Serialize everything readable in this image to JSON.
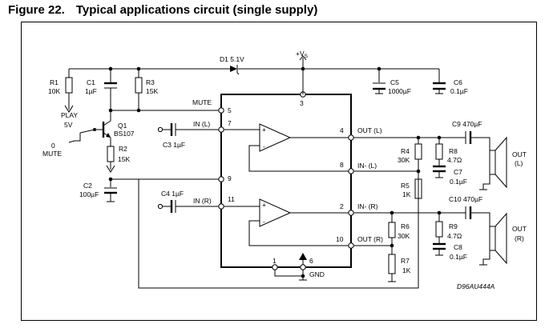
{
  "figure": {
    "number": "Figure 22.",
    "title": "Typical applications circuit (single supply)"
  },
  "labels": {
    "vs": "+V",
    "vs_sub": "S",
    "d1": "D1 5.1V",
    "r1_name": "R1",
    "r1_value": "10K",
    "c1_name": "C1",
    "c1_value": "1µF",
    "r3_name": "R3",
    "r3_value": "15K",
    "c5_name": "C5",
    "c5_value": "1000µF",
    "c6_name": "C6",
    "c6_value": "0.1µF",
    "mute_pin": "MUTE",
    "play": "PLAY",
    "play_v": "5V",
    "zero": "0",
    "mute_sw": "MUTE",
    "q1_name": "Q1",
    "q1_value": "BS107",
    "r2_name": "R2",
    "r2_value": "15K",
    "c2_name": "C2",
    "c2_value": "100µF",
    "in_l": "IN (L)",
    "c3": "C3 1µF",
    "c4": "C4 1µF",
    "in_r": "IN (R)",
    "out_l": "OUT (L)",
    "in_minus_l": "IN- (L)",
    "in_minus_r": "IN- (R)",
    "out_r_pin": "OUT (R)",
    "r4_name": "R4",
    "r4_value": "30K",
    "r5_name": "R5",
    "r5_value": "1K",
    "r6_name": "R6",
    "r6_value": "30K",
    "r7_name": "R7",
    "r7_value": "1K",
    "r8_name": "R8",
    "r8_value": "4.7Ω",
    "c7_name": "C7",
    "c7_value": "0.1µF",
    "r9_name": "R9",
    "r9_value": "4.7Ω",
    "c8_name": "C8",
    "c8_value": "0.1µF",
    "c9": "C9 470µF",
    "c10": "C10 470µF",
    "spk_l": "OUT",
    "spk_l_ch": "(L)",
    "spk_r": "OUT",
    "spk_r_ch": "(R)",
    "gnd": "GND",
    "code": "D96AU444A"
  },
  "pins": {
    "p1": "1",
    "p2": "2",
    "p3": "3",
    "p4": "4",
    "p5": "5",
    "p6": "6",
    "p7": "7",
    "p8": "8",
    "p9": "9",
    "p10": "10",
    "p11": "11"
  },
  "opamp_signs": {
    "plus": "+",
    "minus": "-"
  }
}
